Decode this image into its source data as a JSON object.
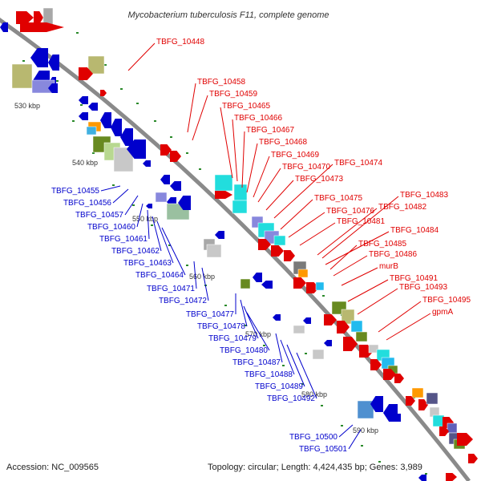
{
  "title": "Mycobacterium tuberculosis F11, complete genome",
  "footer": {
    "accession": "Accession: NC_009565",
    "topology": "Topology: circular; Length: 4,424,435 bp; Genes: 3,989"
  },
  "colors": {
    "forward_label": "#e00000",
    "reverse_label": "#0000cc",
    "backbone": "#8a8a8a",
    "tick": "#2a8a2a"
  },
  "kbp_ticks": [
    {
      "label": "530 kbp"
    },
    {
      "label": "540 kbp"
    },
    {
      "label": "550 kbp"
    },
    {
      "label": "560 kbp"
    },
    {
      "label": "570 kbp"
    },
    {
      "label": "580 kbp"
    },
    {
      "label": "590 kbp"
    }
  ],
  "forward_labels": [
    "TBFG_10448",
    "TBFG_10458",
    "TBFG_10459",
    "TBFG_10465",
    "TBFG_10466",
    "TBFG_10467",
    "TBFG_10468",
    "TBFG_10469",
    "TBFG_10470",
    "TBFG_10473",
    "TBFG_10474",
    "TBFG_10475",
    "TBFG_10476",
    "TBFG_10481",
    "TBFG_10482",
    "TBFG_10483",
    "TBFG_10484",
    "TBFG_10485",
    "TBFG_10486",
    "murB",
    "TBFG_10491",
    "TBFG_10493",
    "TBFG_10495",
    "gpmA"
  ],
  "reverse_labels": [
    "TBFG_10455",
    "TBFG_10456",
    "TBFG_10457",
    "TBFG_10460",
    "TBFG_10461",
    "TBFG_10462",
    "TBFG_10463",
    "TBFG_10464",
    "TBFG_10471",
    "TBFG_10472",
    "TBFG_10477",
    "TBFG_10478",
    "TBFG_10479",
    "TBFG_10480",
    "TBFG_10487",
    "TBFG_10488",
    "TBFG_10489",
    "TBFG_10492",
    "TBFG_10500",
    "TBFG_10501"
  ]
}
